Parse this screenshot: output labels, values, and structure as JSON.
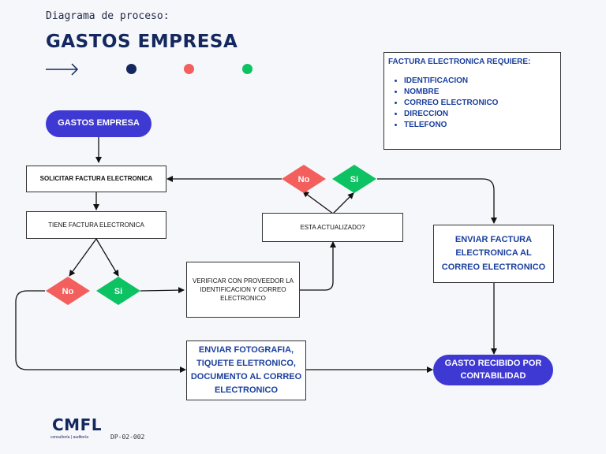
{
  "header": {
    "subtitle": "Diagrama de proceso:",
    "title": "GASTOS EMPRESA"
  },
  "legend_colors": {
    "dark": "#14285f",
    "red": "#f25f5c",
    "green": "#0cc262",
    "purple": "#3f39d4"
  },
  "info_box": {
    "heading": "FACTURA ELECTRONICA REQUIERE:",
    "items": [
      "IDENTIFICACION",
      "NOMBRE",
      "CORREO ELECTRONICO",
      "DIRECCION",
      "TELEFONO"
    ]
  },
  "nodes": {
    "start": "GASTOS EMPRESA",
    "solicitar": "SOLICITAR FACTURA ELECTRONICA",
    "tiene": "TIENE FACTURA ELECTRONICA",
    "no1": "No",
    "si1": "Si",
    "verificar": "VERIFICAR CON PROVEEDOR LA IDENTIFICACION Y CORREO ELECTRONICO",
    "actualizado": "ESTA ACTUALIZADO?",
    "no2": "No",
    "si2": "Si",
    "enviar_factura": "ENVIAR FACTURA ELECTRONICA AL CORREO ELECTRONICO",
    "enviar_foto": "ENVIAR FOTOGRAFIA, TIQUETE ELETRONICO, DOCUMENTO AL CORREO ELECTRONICO",
    "recibido": "GASTO RECIBIDO POR CONTABILIDAD"
  },
  "footer": {
    "logo": "CMFL",
    "logo_tagline": "consultoría | auditoría",
    "doc_code": "DP-02-002"
  }
}
